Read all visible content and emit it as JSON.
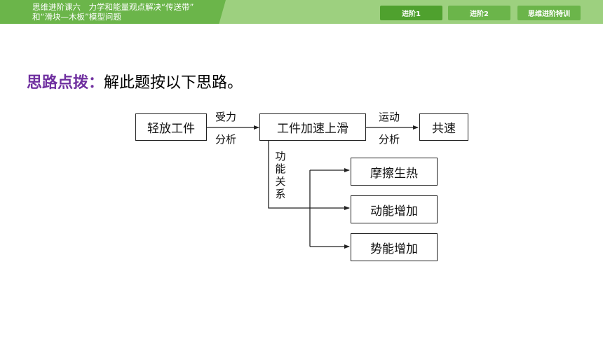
{
  "header": {
    "title_line1": "思维进阶课六　力学和能量观点解决“传送带”",
    "title_line2": "和“滑块—木板”模型问题",
    "nav": [
      "进阶1",
      "进阶2",
      "思维进阶特训"
    ]
  },
  "content": {
    "lead_label": "思路点拨：",
    "lead_text": "解此题按以下思路。"
  },
  "diagram": {
    "box_start": "轻放工件",
    "arrow1_top": "受力",
    "arrow1_bottom": "分析",
    "box_middle": "工件加速上滑",
    "arrow2_top": "运动",
    "arrow2_bottom": "分析",
    "box_end": "共速",
    "branch_label": "功能关系",
    "outcomes": [
      "摩擦生热",
      "动能增加",
      "势能增加"
    ]
  }
}
